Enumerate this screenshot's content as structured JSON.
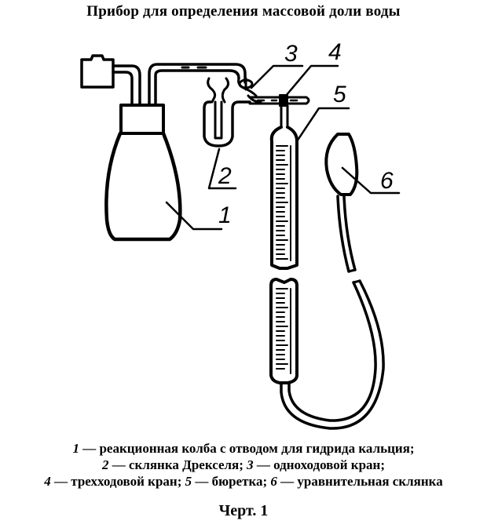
{
  "title": "Прибор для определения массовой доли воды",
  "figure": {
    "labels": [
      {
        "number": "1",
        "part": "реакционная колба с отводом для гидрида кальция"
      },
      {
        "number": "2",
        "part": "склянка Дрекселя"
      },
      {
        "number": "3",
        "part": "одноходовой кран"
      },
      {
        "number": "4",
        "part": "трехходовой кран"
      },
      {
        "number": "5",
        "part": "бюретка"
      },
      {
        "number": "6",
        "part": "уравнительная склянка"
      }
    ]
  },
  "legend": {
    "line1": {
      "n1": "1",
      "t1": " — реакционная колба с отводом для гидрида кальция;"
    },
    "line2": {
      "n2": "2",
      "t2": " — склянка Дрекселя; ",
      "n3": "3",
      "t3": " — одноходовой кран;"
    },
    "line3": {
      "n4": "4",
      "t4": " — трехходовой кран; ",
      "n5": "5",
      "t5": " — бюретка; ",
      "n6": "6",
      "t6": " — уравнительная склянка"
    }
  },
  "caption": "Черт. 1",
  "colors": {
    "ink": "#000000",
    "paper": "#ffffff"
  }
}
